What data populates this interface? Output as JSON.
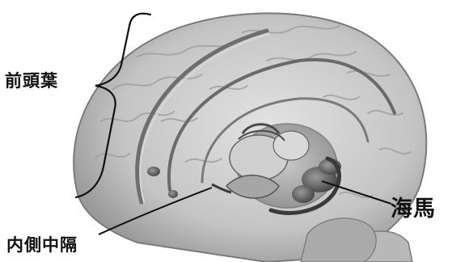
{
  "labels": {
    "frontal_lobe": "前頭葉",
    "hippocampus": "海馬",
    "medial_septum": "内側中隔"
  },
  "colors": {
    "brain_fill": "#c9c9c9",
    "brain_dark": "#6f6f6f",
    "brain_light": "#e6e6e6",
    "leader_line": "#111111",
    "text": "#111111"
  }
}
